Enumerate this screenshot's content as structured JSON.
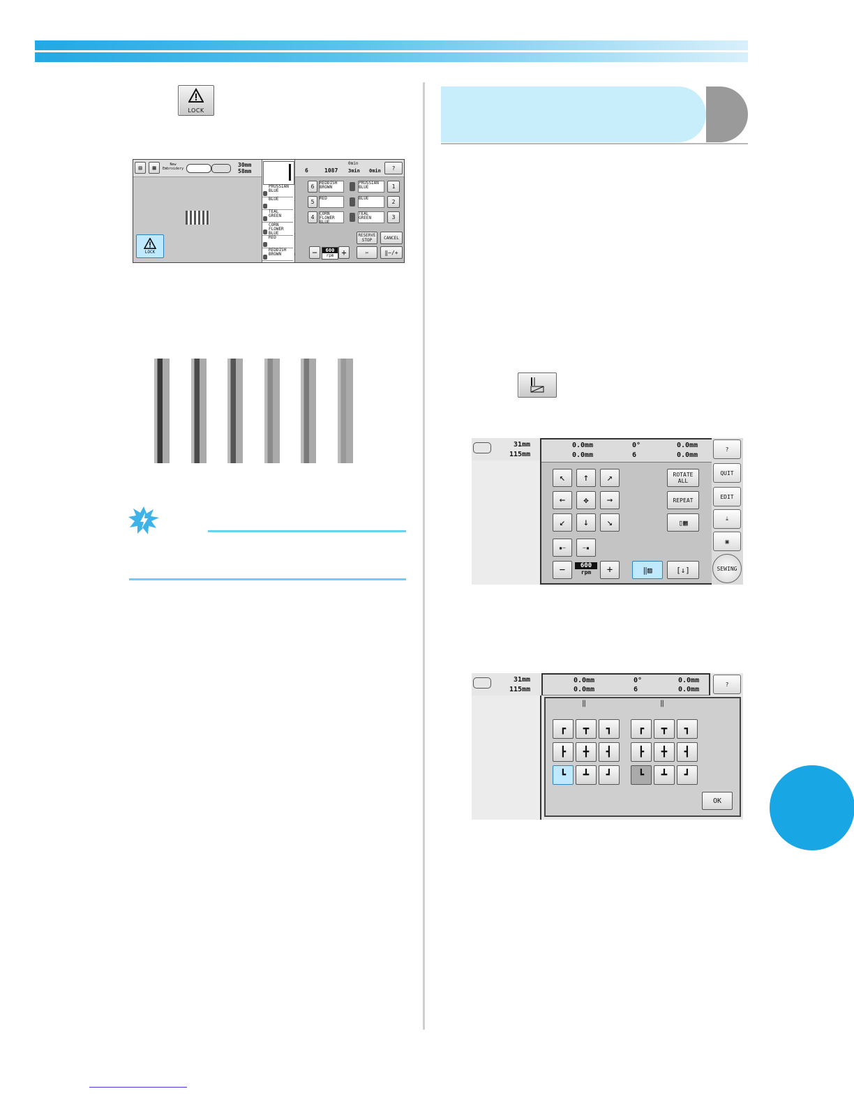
{
  "header": {
    "bar_colors": [
      "#22a8e3",
      "#e6f6fd"
    ]
  },
  "lock_button": {
    "label": "LOCK",
    "icon": "warning-icon"
  },
  "screen1": {
    "toolbar": {
      "new_embroidery": "New\nEmbroidery",
      "size_height": "30mm",
      "size_width": "58mm"
    },
    "lock_label": "LOCK",
    "thread_list": [
      {
        "name": "PRUSSIAN\nBLUE",
        "num": "1"
      },
      {
        "name": "BLUE",
        "num": "2"
      },
      {
        "name": "TEAL\nGREEN",
        "num": "3"
      },
      {
        "name": "CORN\nFLOWER\nBLUE",
        "num": "4"
      },
      {
        "name": "RED",
        "num": "5"
      },
      {
        "name": "REDDISH\nBROWN",
        "num": "6"
      }
    ],
    "status": {
      "needle": "6",
      "stitches": "1087",
      "time_a": "0min",
      "time_b": "3min",
      "time_c": "0min"
    },
    "needles_left": [
      {
        "num": "6",
        "name": "REDDISH\nBROWN"
      },
      {
        "num": "5",
        "name": "RED"
      },
      {
        "num": "4",
        "name": "CORN\nFLOWER\nBLUE"
      }
    ],
    "needles_right": [
      {
        "num": "1",
        "name": "PRUSSIAN\nBLUE"
      },
      {
        "num": "2",
        "name": "BLUE"
      },
      {
        "num": "3",
        "name": "TEAL\nGREEN"
      }
    ],
    "reserve_stop": "RESERVE\nSTOP",
    "cancel": "CANCEL",
    "speed": "600",
    "speed_unit": "rpm",
    "minus": "−",
    "plus": "+"
  },
  "needle_button": {
    "icon": "needle-position-icon"
  },
  "screen2": {
    "size_height": "31mm",
    "size_width": "115mm",
    "vertical": "0.0mm",
    "horizontal": "0.0mm",
    "angle": "0°",
    "needle_count": "6",
    "offset_a": "0.0mm",
    "offset_b": "0.0mm",
    "rotate_all": "ROTATE\nALL",
    "repeat": "REPEAT",
    "speed": "600",
    "speed_unit": "rpm",
    "minus": "−",
    "plus": "+",
    "side": {
      "quit": "QUIT",
      "edit": "EDIT",
      "sewing": "SEWING"
    }
  },
  "screen3": {
    "size_height": "31mm",
    "size_width": "115mm",
    "vertical": "0.0mm",
    "horizontal": "0.0mm",
    "angle": "0°",
    "needle_count": "6",
    "offset_a": "0.0mm",
    "offset_b": "0.0mm",
    "ok": "OK"
  },
  "stripe_colors": [
    "#3a3a3a",
    "#4a4a4a",
    "#555555",
    "#8a8a8a",
    "#7a7a7a",
    "#999999"
  ]
}
